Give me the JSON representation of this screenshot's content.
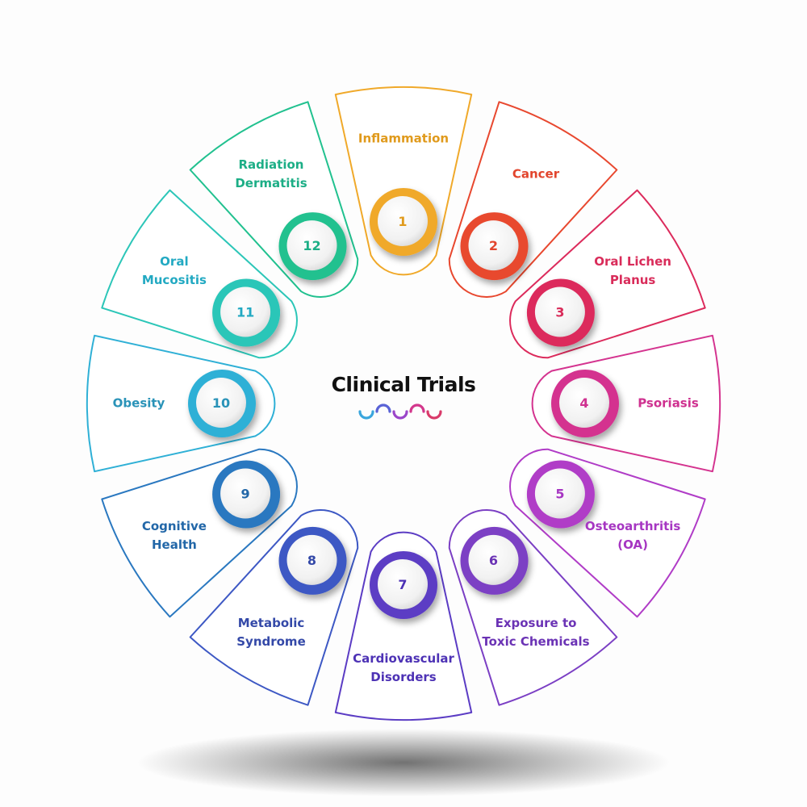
{
  "title": "Clinical Trials",
  "segments": [
    {
      "number": "1",
      "label_lines": [
        "Inflammation"
      ],
      "color": "#f0a92a",
      "label_color": "#e09a1c"
    },
    {
      "number": "2",
      "label_lines": [
        "Cancer"
      ],
      "color": "#e8482f",
      "label_color": "#e2452d"
    },
    {
      "number": "3",
      "label_lines": [
        "Oral Lichen",
        "Planus"
      ],
      "color": "#dc2b5c",
      "label_color": "#d92c5a"
    },
    {
      "number": "4",
      "label_lines": [
        "Psoriasis"
      ],
      "color": "#d4338f",
      "label_color": "#cf3190"
    },
    {
      "number": "5",
      "label_lines": [
        "Osteoarthritis",
        "(OA)"
      ],
      "color": "#b03cc7",
      "label_color": "#a636c2"
    },
    {
      "number": "6",
      "label_lines": [
        "Exposure to",
        "Toxic Chemicals"
      ],
      "color": "#7b3fc4",
      "label_color": "#6b33b5"
    },
    {
      "number": "7",
      "label_lines": [
        "Cardiovascular",
        "Disorders"
      ],
      "color": "#5b3cc4",
      "label_color": "#4d32b5"
    },
    {
      "number": "8",
      "label_lines": [
        "Metabolic",
        "Syndrome"
      ],
      "color": "#3d58c4",
      "label_color": "#3449a8"
    },
    {
      "number": "9",
      "label_lines": [
        "Cognitive",
        "Health"
      ],
      "color": "#2a78c0",
      "label_color": "#2267a8"
    },
    {
      "number": "10",
      "label_lines": [
        "Obesity"
      ],
      "color": "#2fb0d6",
      "label_color": "#2a93b8"
    },
    {
      "number": "11",
      "label_lines": [
        "Oral",
        "Mucositis"
      ],
      "color": "#2cc6b8",
      "label_color": "#22a9c2"
    },
    {
      "number": "12",
      "label_lines": [
        "Radiation",
        "Dermatitis"
      ],
      "color": "#21c18f",
      "label_color": "#1cae86"
    }
  ],
  "icons": [
    "dna-wave-icon"
  ]
}
